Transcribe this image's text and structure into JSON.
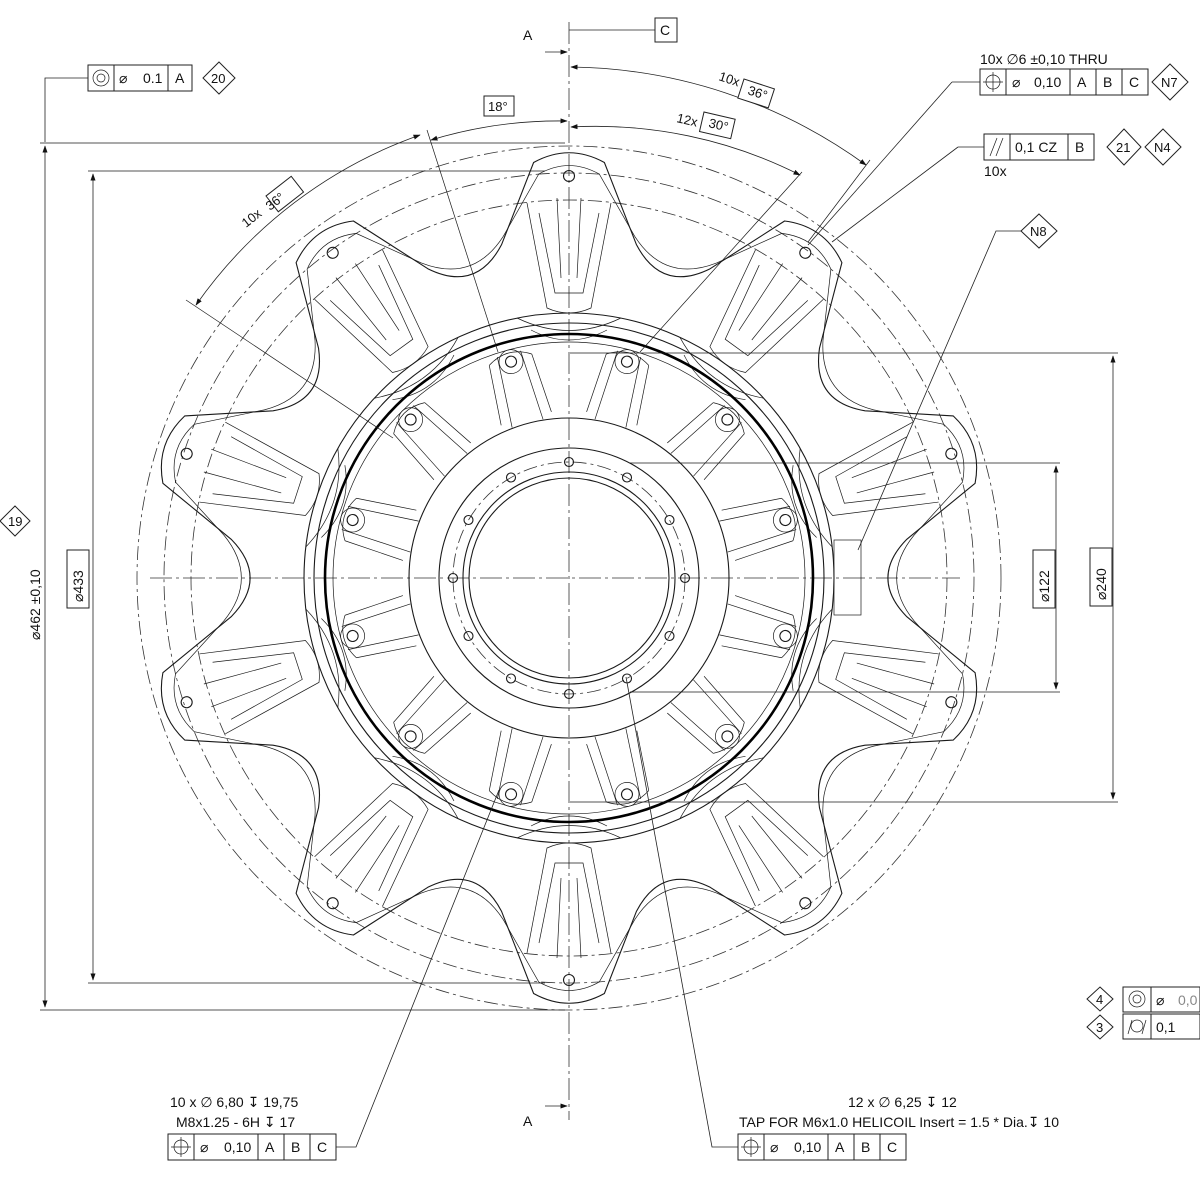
{
  "section": {
    "top_label": "A",
    "bottom_label": "A",
    "datum_c": "C"
  },
  "fcf_top_left": {
    "symbol": "concentricity-icon",
    "dia": "⌀",
    "tol": "0.1",
    "datum": "A",
    "balloon": "20"
  },
  "angles": {
    "a18": "18°",
    "a12x_prefix": "12x",
    "a30": "30°",
    "a10x_top_prefix": "10x",
    "a36_top": "36°",
    "a10x_left_prefix": "10x",
    "a36_left": "36°"
  },
  "holes_thru": {
    "note": "10x ∅6 ±0,10 THRU",
    "symbol": "position-icon",
    "dia": "⌀",
    "tol": "0,10",
    "datums": [
      "A",
      "B",
      "C"
    ],
    "balloon": "N7"
  },
  "parallel": {
    "symbol": "parallelism-icon",
    "tol": "0,1 CZ",
    "datum": "B",
    "balloon1": "21",
    "balloon2": "N4",
    "count": "10x"
  },
  "balloon_n8": "N8",
  "dims": {
    "d462": "⌀462 ±0,10",
    "d433": "⌀433",
    "d240": "⌀240",
    "d122": "⌀122",
    "balloon19": "19"
  },
  "right_fcf": {
    "row1_balloon": "4",
    "row1_symbol": "concentricity-icon",
    "row1_dia": "⌀",
    "row1_tol": "0,0",
    "row2_balloon": "3",
    "row2_symbol": "cylindricity-icon",
    "row2_tol": "0,1"
  },
  "note_left": {
    "line1": "10 x ∅ 6,80 ↧ 19,75",
    "line2": "M8x1.25 - 6H ↧ 17",
    "symbol": "position-icon",
    "dia": "⌀",
    "tol": "0,10",
    "datums": [
      "A",
      "B",
      "C"
    ]
  },
  "note_right": {
    "line1": "12 x ∅ 6,25 ↧ 12",
    "line2": "TAP FOR M6x1.0 HELICOIL Insert = 1.5 * Dia.↧ 10",
    "symbol": "position-icon",
    "dia": "⌀",
    "tol": "0,10",
    "datums": [
      "A",
      "B",
      "C"
    ]
  }
}
